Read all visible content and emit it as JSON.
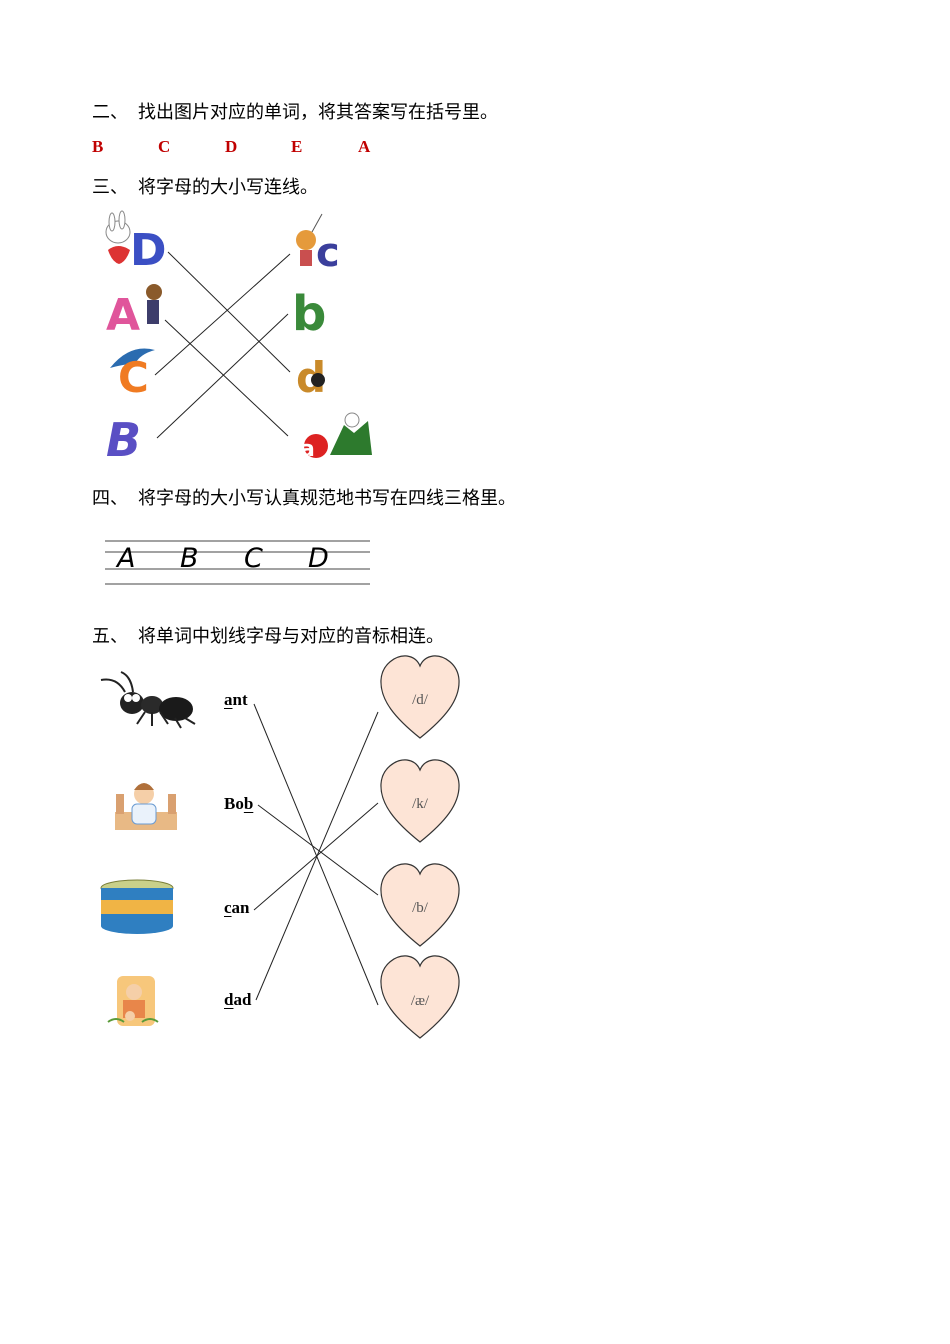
{
  "section2": {
    "number": "二、",
    "text": "找出图片对应的单词，将其答案写在括号里。",
    "answers": [
      "B",
      "C",
      "D",
      "E",
      "A"
    ]
  },
  "section3": {
    "number": "三、",
    "text": "将字母的大小写连线。",
    "left_letters": [
      "D",
      "A",
      "C",
      "B"
    ],
    "right_letters": [
      "c",
      "b",
      "d",
      "a"
    ]
  },
  "section4": {
    "number": "四、",
    "text": "将字母的大小写认真规范地书写在四线三格里。",
    "letters": [
      "A",
      "B",
      "C",
      "D"
    ]
  },
  "section5": {
    "number": "五、",
    "text": "将单词中划线字母与对应的音标相连。",
    "words": [
      {
        "underlined": "a",
        "rest_before": "",
        "rest_after": "nt"
      },
      {
        "underlined": "b",
        "rest_before": "Bo",
        "rest_after": ""
      },
      {
        "underlined": "c",
        "rest_before": "",
        "rest_after": "an"
      },
      {
        "underlined": "d",
        "rest_before": "",
        "rest_after": "ad"
      }
    ],
    "phonetics": [
      "/d/",
      "/k/",
      "/b/",
      "/æ/"
    ]
  },
  "colors": {
    "answer": "#c00000",
    "heart_fill": "#fde4d6",
    "letter_blue": "#3b4fc4",
    "letter_pink": "#e0559b"
  }
}
